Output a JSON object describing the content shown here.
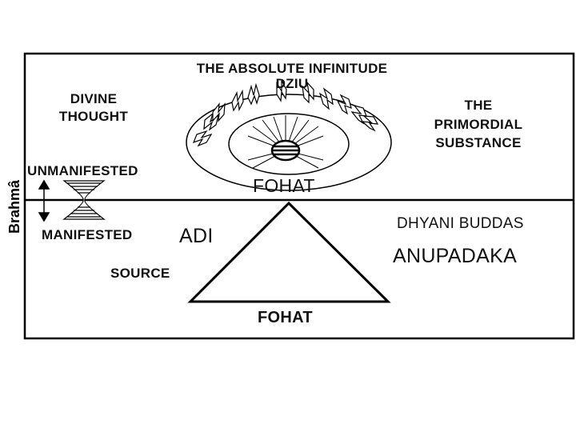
{
  "labels": {
    "absolute": "THE ABSOLUTE INFINITUDE",
    "dziu": "DZIU",
    "divine_1": "DIVINE",
    "divine_2": "THOUGHT",
    "primordial_1": "THE",
    "primordial_2": "PRIMORDIAL",
    "primordial_3": "SUBSTANCE",
    "unmanifested": "UNMANIFESTED",
    "manifested": "MANIFESTED",
    "fohat_top": "FOHAT",
    "fohat_bottom": "FOHAT",
    "adi": "ADI",
    "source": "SOURCE",
    "dhyani": "DHYANI BUDDAS",
    "anupadaka": "ANUPADAKA",
    "brahma": "Brahmâ"
  }
}
